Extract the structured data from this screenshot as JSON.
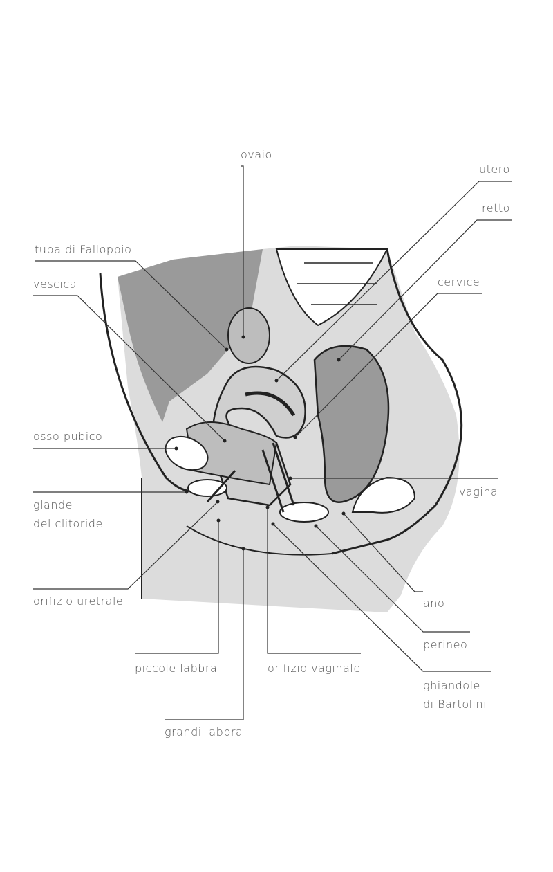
{
  "labels": {
    "ovaio": "ovaio",
    "utero": "utero",
    "retto": "retto",
    "tuba": "tuba di Falloppio",
    "vescica": "vescica",
    "cervice": "cervice",
    "osso_pubico": "osso pubico",
    "glande_1": "glande",
    "glande_2": "del clitoride",
    "vagina": "vagina",
    "orifizio_uretrale": "orifizio uretrale",
    "ano": "ano",
    "perineo": "perineo",
    "ghiandole_1": "ghiandole",
    "ghiandole_2": "di Bartolini",
    "piccole_labbra": "piccole labbra",
    "orifizio_vaginale": "orifizio vaginale",
    "grandi_labbra": "grandi labbra"
  },
  "colors": {
    "text": "#555555",
    "line": "#333333",
    "dark_fill": "#9a9a9a",
    "mid_fill": "#c4c4c4",
    "light_fill": "#dedede"
  }
}
